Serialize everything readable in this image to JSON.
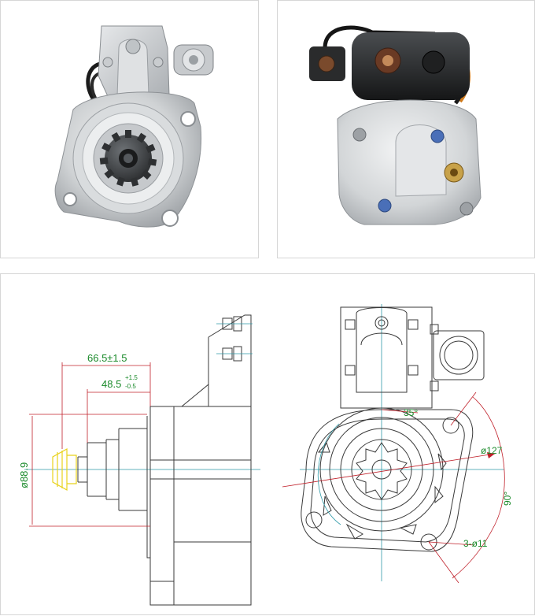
{
  "photos": {
    "front": {
      "icon": "starter-motor-front-photo"
    },
    "rear": {
      "icon": "starter-motor-rear-photo"
    }
  },
  "drawing": {
    "side_view": {
      "dim_length_a": "66.5±1.5",
      "dim_length_b_base": "48.5",
      "dim_length_b_tol_upper": "+1.5",
      "dim_length_b_tol_lower": "-0.5",
      "dim_diameter": "ø88.9"
    },
    "front_view": {
      "dim_angle_small": "35°",
      "dim_bolt_circle": "ø127",
      "dim_angle_large": "90°",
      "dim_holes": "3-ø11"
    },
    "colors": {
      "outline": "#3a3a3a",
      "dimension_text": "#1a8a2a",
      "dimension_line": "#c0202a",
      "centerline": "#2f9aa8",
      "pinion_highlight": "#e8d21a"
    }
  }
}
